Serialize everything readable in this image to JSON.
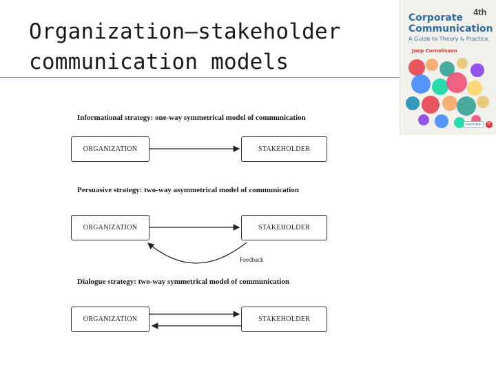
{
  "slide": {
    "title_line1": "Organization–stakeholder",
    "title_line2": "communication models"
  },
  "book_cover": {
    "title_line1": "Corporate",
    "title_line2": "Communication",
    "subtitle": "A Guide to Theory & Practice",
    "author": "Joep Cornelissen",
    "edition": "4th",
    "colors": [
      "#e63946",
      "#f4a261",
      "#2a9d8f",
      "#e9c46a",
      "#8338ec",
      "#3a86ff",
      "#06d6a0",
      "#ef476f",
      "#ffd166",
      "#118ab2"
    ]
  },
  "diagram": {
    "models": [
      {
        "heading": "Informational strategy: one-way symmetrical model of communication",
        "left_box": "ORGANIZATION",
        "right_box": "STAKEHOLDER"
      },
      {
        "heading": "Persuasive strategy: two-way asymmetrical model of communication",
        "left_box": "ORGANIZATION",
        "right_box": "STAKEHOLDER",
        "feedback_label": "Feedback"
      },
      {
        "heading": "Dialogue strategy: two-way symmetrical model of communication",
        "left_box": "ORGANIZATION",
        "right_box": "STAKEHOLDER"
      }
    ]
  }
}
